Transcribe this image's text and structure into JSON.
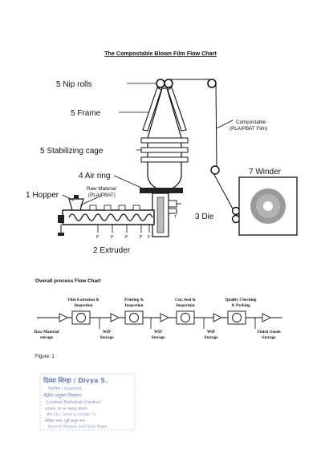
{
  "document": {
    "title": "The Compostable Blown Film Flow Chart",
    "blown_film": {
      "nip_rolls": "5 Nip rolls",
      "frame": "5 Frame",
      "stabilizing_cage": "5 Stabilizing cage",
      "air_ring": "4 Air ring",
      "hopper": "1 Hopper",
      "raw_material_line1": "Raw Material",
      "raw_material_line2": "(PLA/PBAT)",
      "extruder": "2 Extruder",
      "die": "3 Die",
      "winder": "7 Winder",
      "film_line1": "Compostable",
      "film_line2": "(PLA/PBAT Film)",
      "t_letter": "T",
      "p_letter": "P",
      "f_letter": "F"
    },
    "process": {
      "heading": "Overall process Flow Chart",
      "steps_top": [
        {
          "line1": "Film Extrusion &",
          "line2": "Inspection"
        },
        {
          "line1": "Printing &",
          "line2": "Inspection"
        },
        {
          "line1": "Cut, Seal &",
          "line2": "Inspection"
        },
        {
          "line1": "Quality Checking",
          "line2": "& Packing"
        }
      ],
      "steps_bottom": [
        {
          "line1": "Raw Material",
          "line2": "storage"
        },
        {
          "line1": "WIP",
          "line2": "Storage"
        },
        {
          "line1": "WIP",
          "line2": "Storage"
        },
        {
          "line1": "WIP",
          "line2": "Storage"
        },
        {
          "line1": "Finish Goods",
          "line2": "Storage"
        }
      ]
    },
    "figure_caption": "Figure: 1",
    "stamp": {
      "line1": "दिव्या सिन्हा / Divya S.",
      "line2": "वैज्ञानिक / Scientist",
      "line3": "केंद्रीय प्रदूषण नियंत्रण",
      "line4": "Central Pollution Control",
      "line5": "पर्यावरण, वन एवं जलवायु परिवर्तन",
      "line6": "M/o Env, Forest & Climate Ch.",
      "line7": "परिवेश भवन, पूर्वी अर्जुन नगर",
      "line8": "Parivesh Bhawan, East Arjun Nagar"
    }
  }
}
